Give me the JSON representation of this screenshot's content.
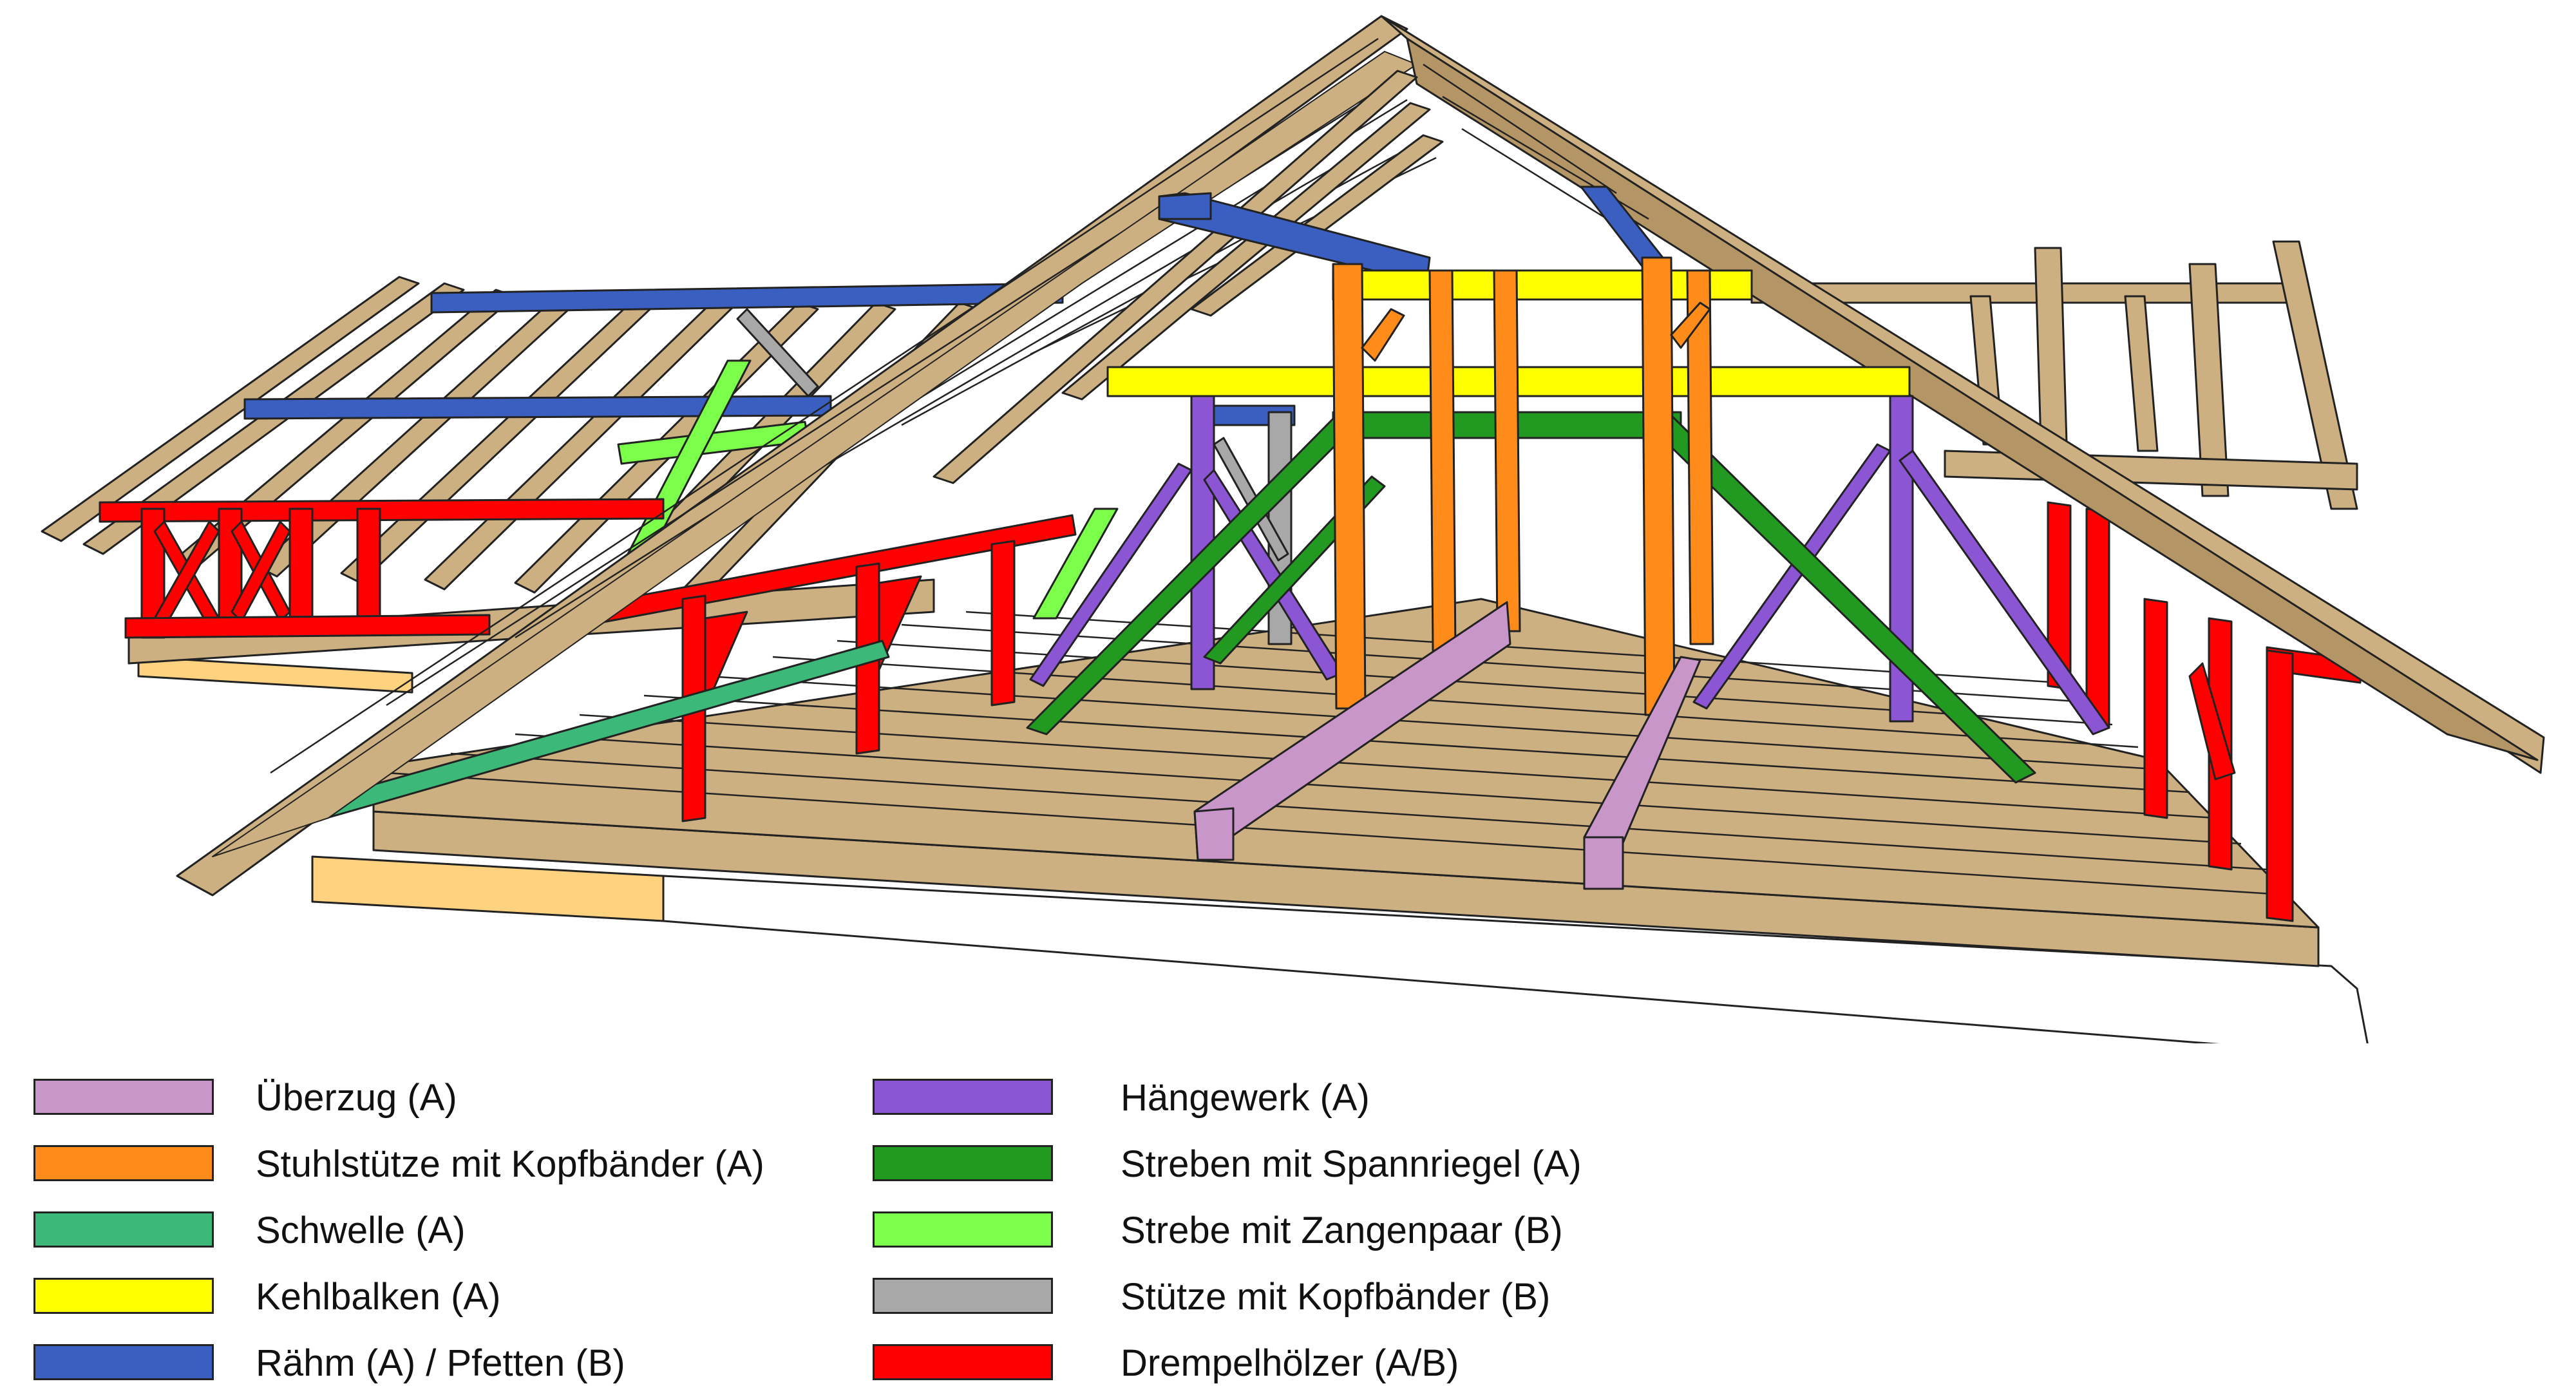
{
  "legend": {
    "left_column": [
      {
        "label": "Überzug (A)",
        "color": "#C996C9"
      },
      {
        "label": "Stuhlstütze mit Kopfbänder (A)",
        "color": "#FF8C1A"
      },
      {
        "label": "Schwelle (A)",
        "color": "#3CB878"
      },
      {
        "label": "Kehlbalken (A)",
        "color": "#FFFF00"
      },
      {
        "label": "Rähm (A) / Pfetten (B)",
        "color": "#3A5FC0"
      }
    ],
    "right_column": [
      {
        "label": "Hängewerk (A)",
        "color": "#8B55D4"
      },
      {
        "label": "Streben mit Spannriegel (A)",
        "color": "#229A22"
      },
      {
        "label": "Strebe mit Zangenpaar (B)",
        "color": "#7CFF4A"
      },
      {
        "label": "Stütze mit Kopfbänder (B)",
        "color": "#A8A8A8"
      },
      {
        "label": "Drempelhölzer (A/B)",
        "color": "#FF0000"
      }
    ]
  },
  "colors": {
    "wood": "#CDB081",
    "wood_dark": "#B49666",
    "outline": "#222222",
    "base_light": "#FFD27F",
    "background": "#FFFFFF"
  }
}
